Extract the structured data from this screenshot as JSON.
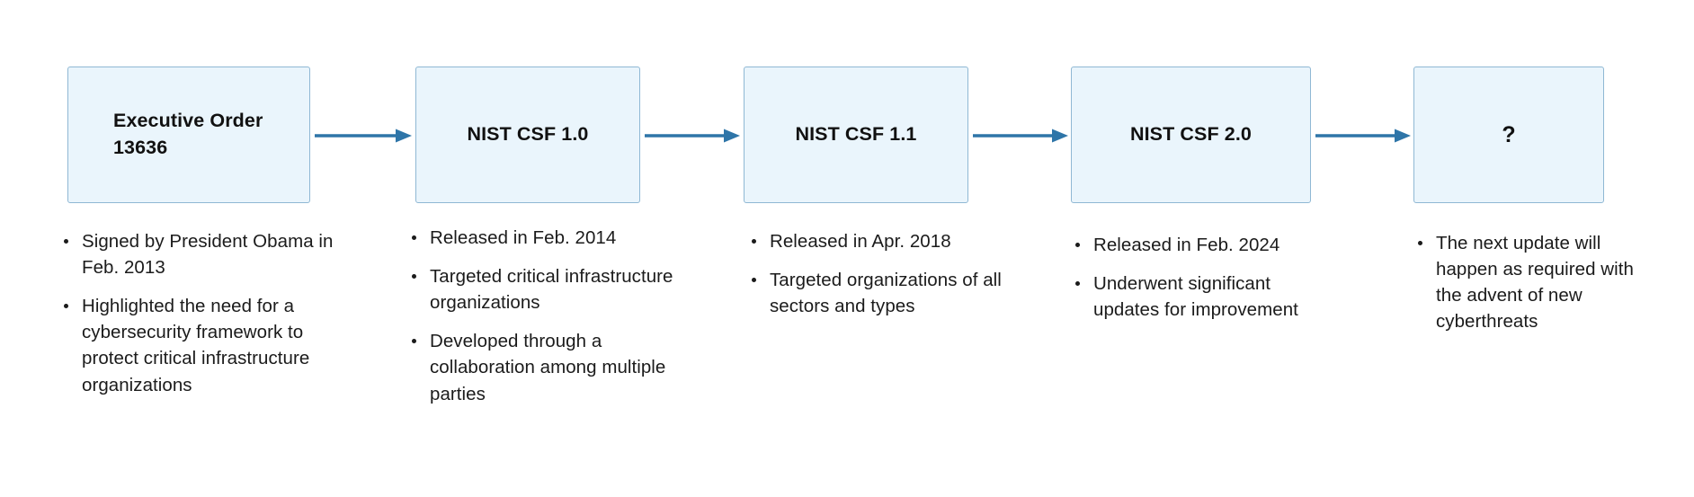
{
  "diagram": {
    "type": "horizontal-timeline-flowchart",
    "colors": {
      "box_fill": "#eaf5fc",
      "box_border": "#8fb8d4",
      "arrow": "#2e75a8",
      "text": "#161616",
      "background": "#ffffff"
    },
    "arrow_count": 4,
    "stages": [
      {
        "id": "executive-order-13636",
        "title": "Executive Order 13636",
        "title_lines": [
          "Executive Order",
          "13636"
        ],
        "bullets": [
          "Signed by President Obama in Feb. 2013",
          "Highlighted the need for a cybersecurity framework to protect critical infrastructure organizations"
        ]
      },
      {
        "id": "nist-csf-1-0",
        "title": "NIST CSF 1.0",
        "title_lines": [
          "NIST CSF 1.0"
        ],
        "bullets": [
          "Released in Feb. 2014",
          "Targeted critical infrastructure organizations",
          "Developed through a collaboration among multiple parties"
        ]
      },
      {
        "id": "nist-csf-1-1",
        "title": "NIST CSF 1.1",
        "title_lines": [
          "NIST CSF 1.1"
        ],
        "bullets": [
          "Released in Apr. 2018",
          "Targeted organizations of all sectors and types"
        ]
      },
      {
        "id": "nist-csf-2-0",
        "title": "NIST CSF 2.0",
        "title_lines": [
          "NIST CSF 2.0"
        ],
        "bullets": [
          "Released in Feb. 2024",
          "Underwent significant updates for improvement"
        ]
      },
      {
        "id": "future-unknown",
        "title": "?",
        "title_lines": [
          "?"
        ],
        "bullets": [
          "The next update will happen as required with the advent of new cyberthreats"
        ]
      }
    ]
  }
}
